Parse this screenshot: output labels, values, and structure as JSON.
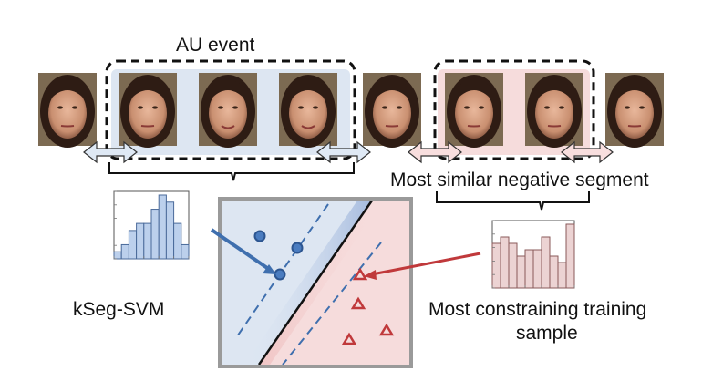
{
  "labels": {
    "au_event": "AU event",
    "negative_segment": "Most similar negative segment",
    "method": "kSeg-SVM",
    "constraining_line1": "Most constraining training",
    "constraining_line2": "sample"
  },
  "histograms": {
    "positive": {
      "values": [
        1,
        2,
        4,
        5,
        5,
        7,
        9,
        8,
        5,
        2
      ]
    },
    "negative": {
      "values": [
        7,
        8,
        7,
        5,
        6,
        6,
        8,
        5,
        4,
        10
      ]
    }
  },
  "colors": {
    "positive_region": "#dde6f2",
    "negative_region": "#f6dcdc",
    "positive_marker": "#3f6fae",
    "negative_marker": "#c0393b",
    "dashed_box": "#111111",
    "hist_positive_fill": "#bcd0ec",
    "hist_negative_fill": "#ecd3d3",
    "frame_border": "#9a9a9a"
  }
}
